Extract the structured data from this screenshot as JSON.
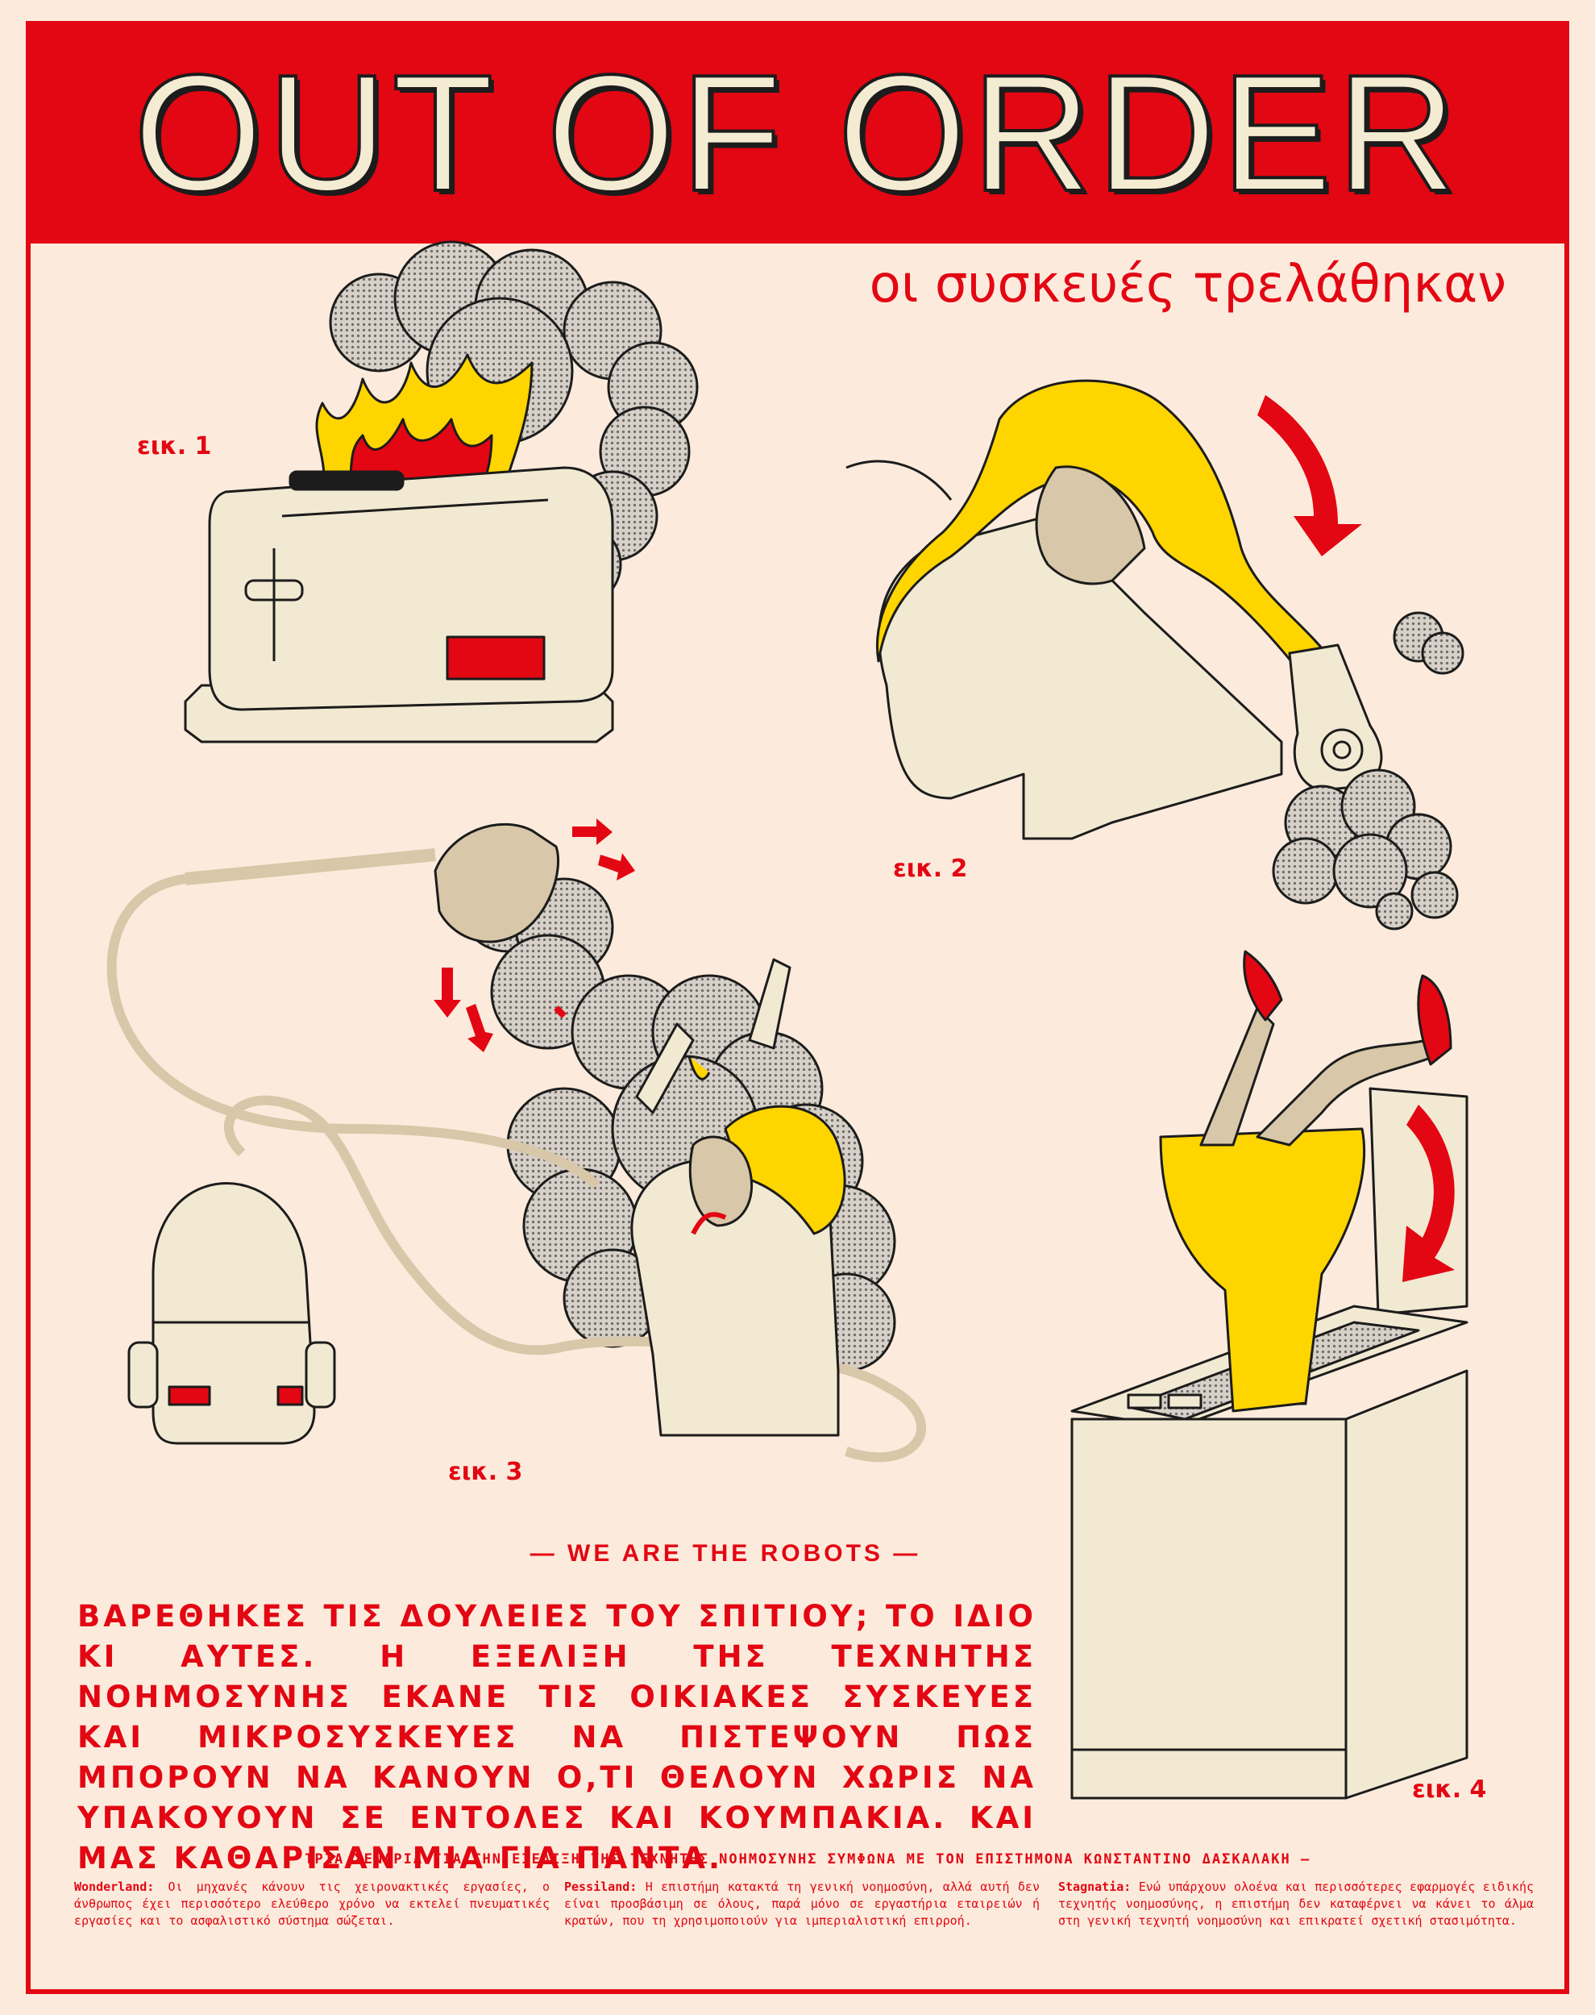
{
  "header": {
    "title": "OUT OF ORDER"
  },
  "subtitle": "οι συσκευές τρελάθηκαν",
  "figures": [
    {
      "label": "εικ. 1"
    },
    {
      "label": "εικ. 2"
    },
    {
      "label": "εικ. 3"
    },
    {
      "label": "εικ. 4"
    }
  ],
  "section": {
    "heading": "— WE ARE THE ROBOTS —",
    "body": "ΒΑΡΕΘΗΚΕΣ ΤΙΣ ΔΟΥΛΕΙΕΣ ΤΟΥ ΣΠΙΤΙΟΥ; ΤΟ ΙΔΙΟ ΚΙ ΑΥΤΕΣ. Η ΕΞΕΛΙΞΗ ΤΗΣ ΤΕΧΝΗΤΗΣ ΝΟΗΜΟΣΥΝΗΣ ΕΚΑΝΕ ΤΙΣ ΟΙΚΙΑΚΕΣ ΣΥΣΚΕΥΕΣ ΚΑΙ ΜΙΚΡΟΣΥΣΚΕΥΕΣ ΝΑ ΠΙΣΤΕΨΟΥΝ ΠΩΣ ΜΠΟΡΟΥΝ ΝΑ ΚΑΝΟΥΝ Ο,ΤΙ ΘΕΛΟΥΝ ΧΩΡΙΣ ΝΑ ΥΠΑΚΟΥΟΥΝ ΣΕ ΕΝΤΟΛΕΣ ΚΑΙ ΚΟΥΜΠΑΚΙΑ. ΚΑΙ ΜΑΣ ΚΑΘΑΡΙΣΑΝ ΜΙΑ ΓΙΑ ΠΑΝΤΑ."
  },
  "scenarios": {
    "heading": "— ΤΡΙΑ ΣΕΝΑΡΙΑ ΓΙΑ ΤΗΝ ΕΞΕΛΙΞΗ ΤΗΣ ΤΕΧΝΗΤΗΣ ΝΟΗΜΟΣΥΝΗΣ ΣΥΜΦΩΝΑ ΜΕ ΤΟΝ ΕΠΙΣΤΗΜΟΝΑ ΚΩΝΣΤΑΝΤΙΝΟ ΔΑΣΚΑΛΑΚΗ —",
    "items": [
      {
        "name": "Wonderland:",
        "text": "Οι μηχανές κάνουν τις χειρονακτικές εργασίες, ο άνθρωπος έχει περισσότερο ελεύθερο χρόνο να εκτελεί πνευματικές εργασίες και το ασφαλιστικό σύστημα σώζεται."
      },
      {
        "name": "Pessiland:",
        "text": "Η επιστήμη κατακτά τη γενική νοημοσύνη, αλλά αυτή δεν είναι προσβάσιμη σε όλους, παρά μόνο σε εργαστήρια εταιρειών ή κρατών, που τη χρησιμοποιούν για ιμπεριαλιστική επιρροή."
      },
      {
        "name": "Stagnatia:",
        "text": "Ενώ υπάρχουν ολοένα και περισσότερες εφαρμογές ειδικής τεχνητής νοημοσύνης, η επιστήμη δεν καταφέρνει να κάνει το άλμα στη γενική τεχνητή νοημοσύνη και επικρατεί σχετική στασιμότητα."
      }
    ]
  },
  "colors": {
    "red": "#e30613",
    "cream": "#f1e9d2",
    "background": "#fcebdc",
    "yellow": "#ffd500",
    "skin": "#d8c7a8",
    "smoke": "#b8b2ab",
    "outline": "#1c1c1c"
  }
}
